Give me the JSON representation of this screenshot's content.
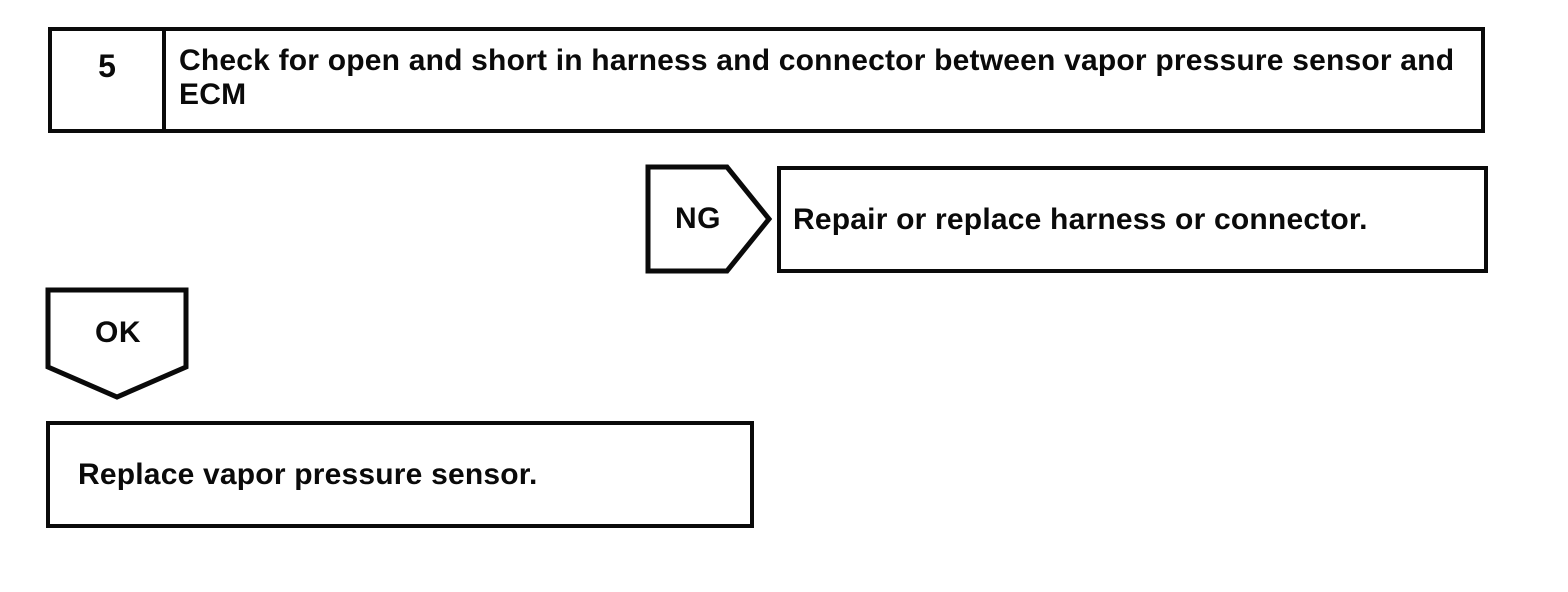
{
  "step_box": {
    "number": "5",
    "title": "Check for open and short in harness and connector between vapor pressure sensor and ECM"
  },
  "ng_branch": {
    "connector_label": "NG",
    "action": "Repair or replace harness or connector."
  },
  "ok_branch": {
    "connector_label": "OK",
    "action": "Replace vapor pressure sensor."
  },
  "colors": {
    "line": "#0a0a0a",
    "background": "#ffffff"
  }
}
